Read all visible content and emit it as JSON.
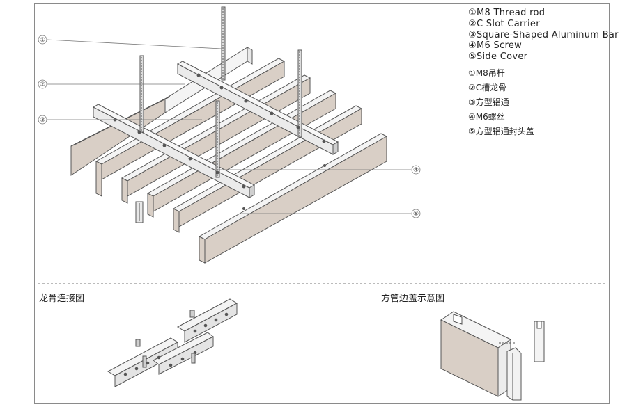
{
  "legend_en": [
    "①M8 Thread rod",
    "②C Slot Carrier",
    "③Square-Shaped Aluminum Bar",
    "④M6 Screw",
    "⑤Side Cover"
  ],
  "legend_cn": [
    "①M8吊杆",
    "②C槽龙骨",
    "③方型铝通",
    "④M6螺丝",
    "⑤方型铝通封头盖"
  ],
  "callouts": [
    "①",
    "②",
    "③",
    "④",
    "⑤"
  ],
  "section_titles": {
    "carrier_connection": "龙骨连接图",
    "side_cover": "方管边盖示意图"
  },
  "colors": {
    "line": "#555555",
    "bar_face": "#d9cfc6",
    "bar_top": "#f4f4f4",
    "frame": "#8a8a8a"
  }
}
